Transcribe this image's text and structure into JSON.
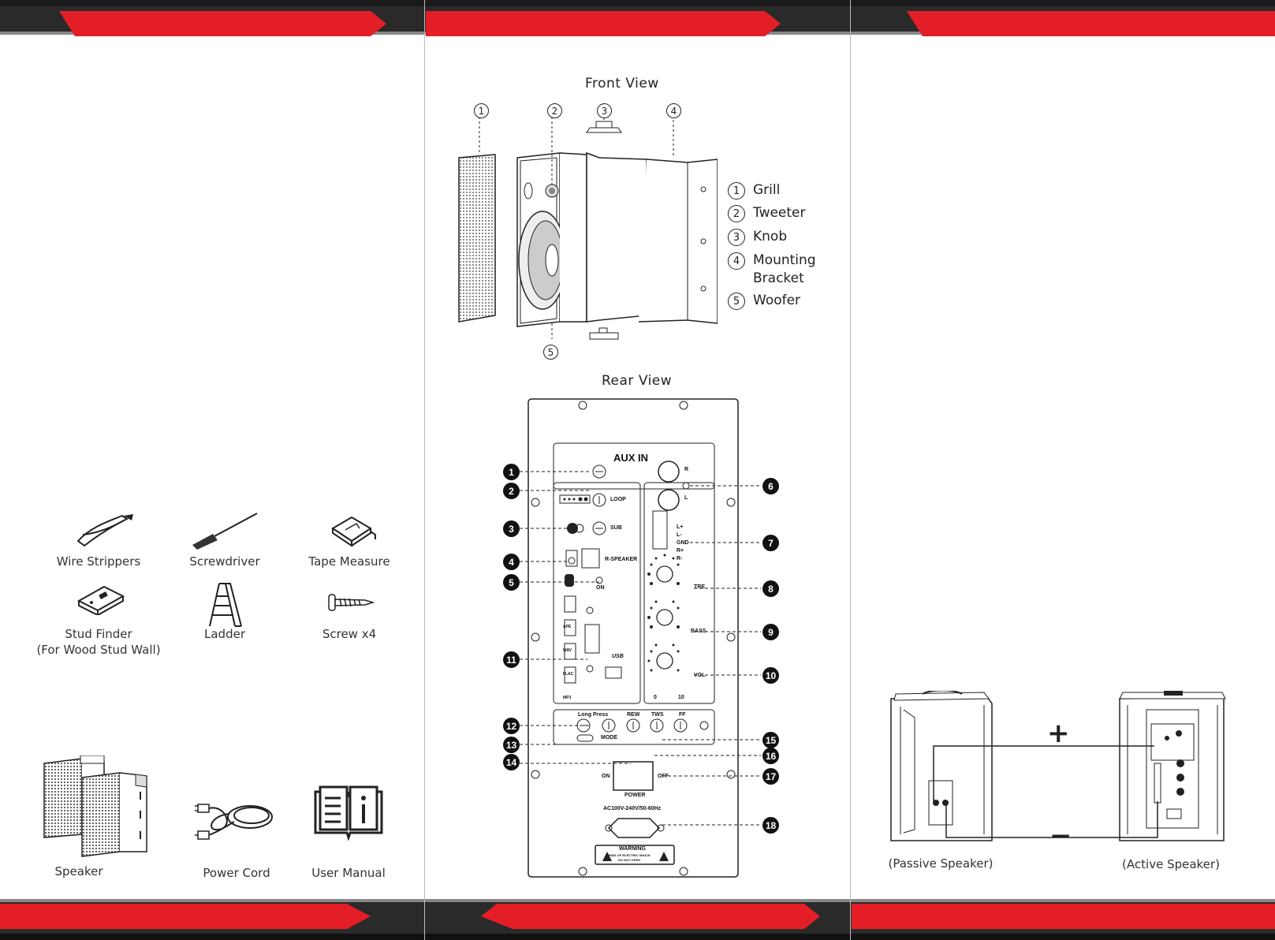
{
  "colors": {
    "accent_red": "#e41e26",
    "dark": "#1a1a1a",
    "grey": "#888888"
  },
  "left_panel": {
    "tools": [
      {
        "label": "Wire Strippers",
        "icon": "wire-strippers-icon"
      },
      {
        "label": "Screwdriver",
        "icon": "screwdriver-icon"
      },
      {
        "label": "Tape Measure",
        "icon": "tape-measure-icon"
      },
      {
        "label": "Stud Finder",
        "sublabel": "(For Wood Stud Wall)",
        "icon": "stud-finder-icon"
      },
      {
        "label": "Ladder",
        "icon": "ladder-icon"
      },
      {
        "label": "Screw x4",
        "icon": "screw-icon"
      }
    ],
    "contents": [
      {
        "label": "Speaker",
        "icon": "speaker-pair-icon"
      },
      {
        "label": "Power Cord",
        "icon": "power-cord-icon"
      },
      {
        "label": "User Manual",
        "icon": "user-manual-icon"
      }
    ]
  },
  "middle_panel": {
    "front_title": "Front View",
    "rear_title": "Rear View",
    "front_callouts": [
      "1",
      "2",
      "3",
      "4",
      "5"
    ],
    "legend": [
      {
        "num": "1",
        "text": "Grill"
      },
      {
        "num": "2",
        "text": "Tweeter"
      },
      {
        "num": "3",
        "text": "Knob"
      },
      {
        "num": "4",
        "text": "Mounting",
        "text2": "Bracket"
      },
      {
        "num": "5",
        "text": "Woofer"
      }
    ],
    "rear": {
      "aux_in": "AUX IN",
      "r": "R",
      "l": "L",
      "loop": "LOOP",
      "sub": "SUB",
      "r_speaker": "R-SPEAKER",
      "on_small": "ON",
      "terminals": [
        "L+",
        "L-",
        "GND",
        "R+",
        "R-"
      ],
      "tre": "TRE",
      "bass": "BASS",
      "vol": "VOL",
      "vol_min": "0",
      "vol_max": "10",
      "long_press": "Long Press",
      "rew": "REW",
      "tws": "TWS",
      "ff": "FF",
      "mode": "MODE",
      "on": "ON",
      "off": "OFF",
      "power": "POWER",
      "ac": "AC100V-240V/50-60Hz",
      "warning": "WARNING",
      "warning_sub": "RISK OF ELECTRIC SHOCK",
      "warning_sub2": "DO NOT OPEN",
      "usb": "USB",
      "file_types": [
        "APE",
        "WAV",
        "FLAC",
        "MP3"
      ],
      "callouts": [
        "1",
        "2",
        "3",
        "4",
        "5",
        "6",
        "7",
        "8",
        "9",
        "10",
        "11",
        "12",
        "13",
        "14",
        "15",
        "16",
        "17",
        "18"
      ]
    }
  },
  "right_panel": {
    "passive_label": "(Passive Speaker)",
    "active_label": "(Active Speaker)",
    "plus": "+",
    "minus": "−"
  }
}
